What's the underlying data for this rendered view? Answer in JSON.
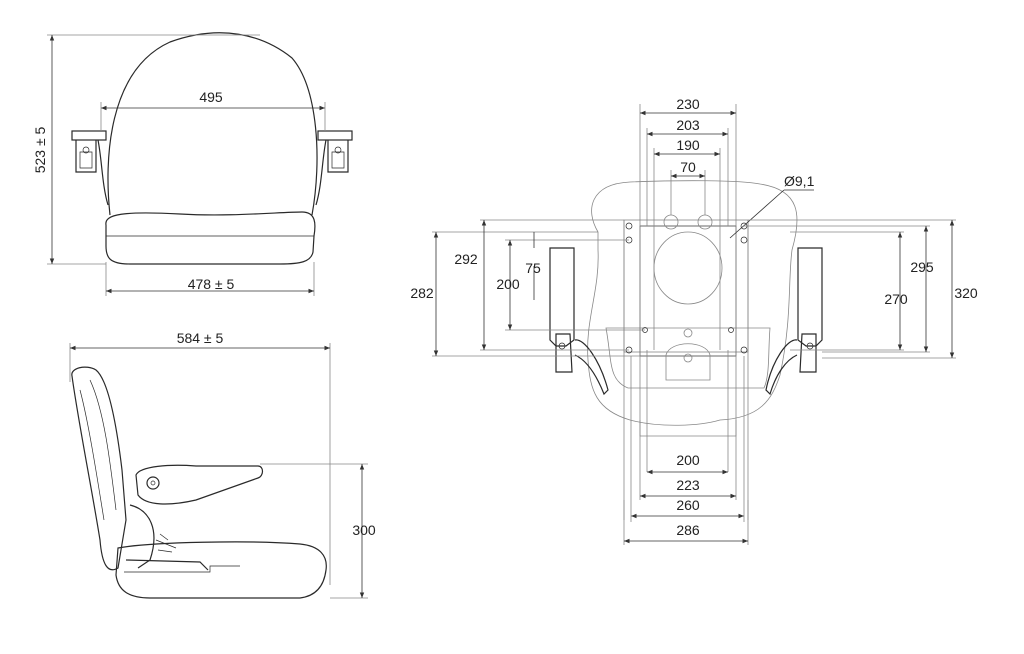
{
  "front_view": {
    "width_top": "495",
    "height": "523 ± 5",
    "width_bottom": "478 ± 5"
  },
  "side_view": {
    "depth": "584 ± 5",
    "armrest_height": "300"
  },
  "bottom_view": {
    "top_dims": [
      "230",
      "203",
      "190",
      "70"
    ],
    "hole_diameter": "Ø9,1",
    "left_dims": [
      "292",
      "282",
      "75",
      "200"
    ],
    "right_dims": [
      "295",
      "320",
      "270"
    ],
    "bottom_dims": [
      "200",
      "223",
      "260",
      "286"
    ]
  }
}
